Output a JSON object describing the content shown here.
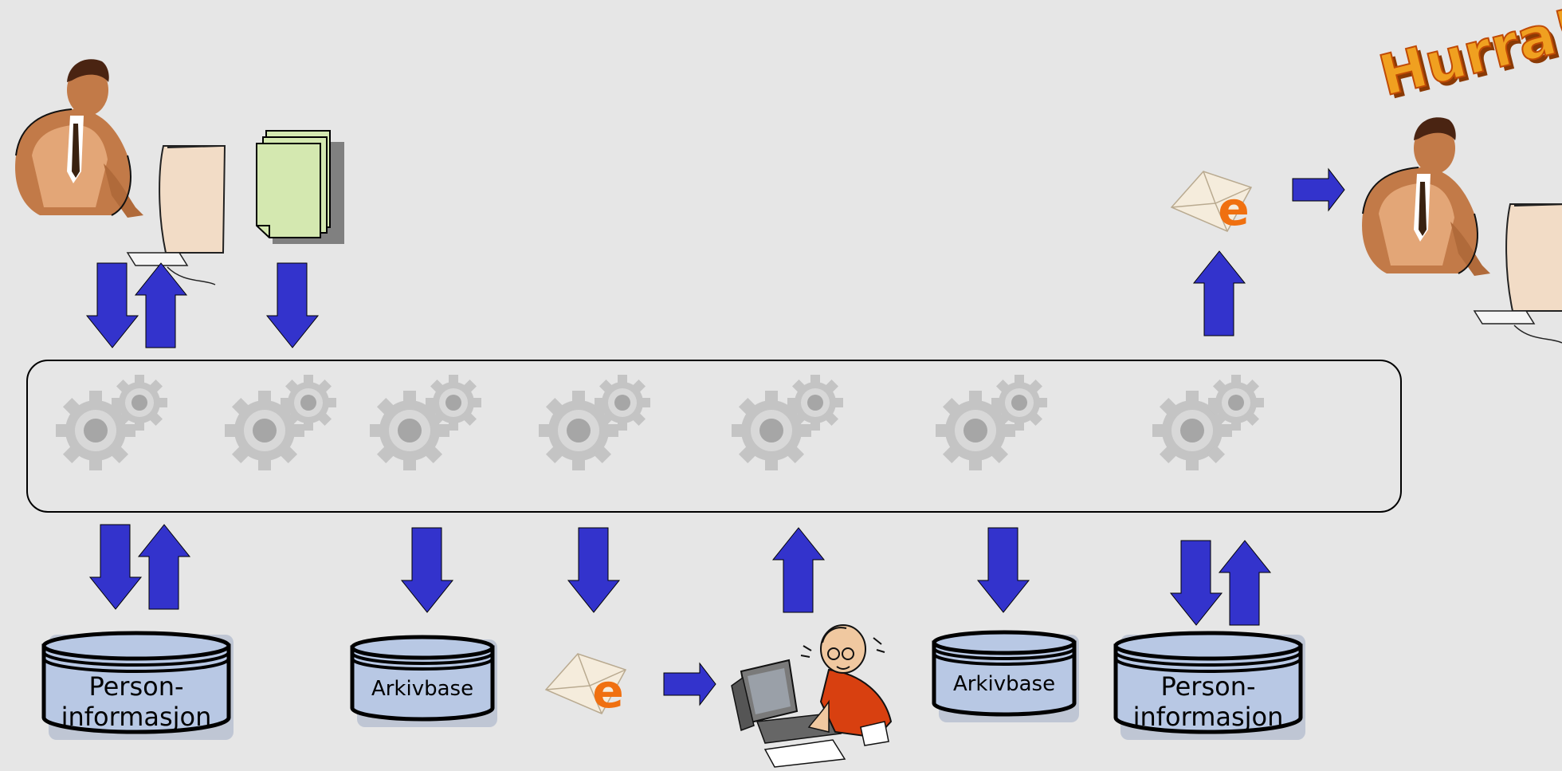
{
  "banner": {
    "text": "Hurra!"
  },
  "databases": [
    {
      "id": "person-left",
      "label_lines": [
        "Person-",
        "informasjon"
      ]
    },
    {
      "id": "arkiv-left",
      "label_lines": [
        "Arkivbase"
      ]
    },
    {
      "id": "arkiv-right",
      "label_lines": [
        "Arkivbase"
      ]
    },
    {
      "id": "person-right",
      "label_lines": [
        "Person-",
        "informasjon"
      ]
    }
  ],
  "icons": {
    "user": "businessman-at-computer-icon",
    "documents": "document-stack-icon",
    "gears": "gears-icon",
    "email": "email-envelope-icon",
    "worker": "stressed-man-at-computer-icon"
  },
  "colors": {
    "background": "#e6e6e6",
    "arrow": "#3333cc",
    "database_fill": "#b8c8e4",
    "document_fill": "#d4e8b0",
    "gear": "#c8c8c8",
    "banner": "#f0a020"
  }
}
